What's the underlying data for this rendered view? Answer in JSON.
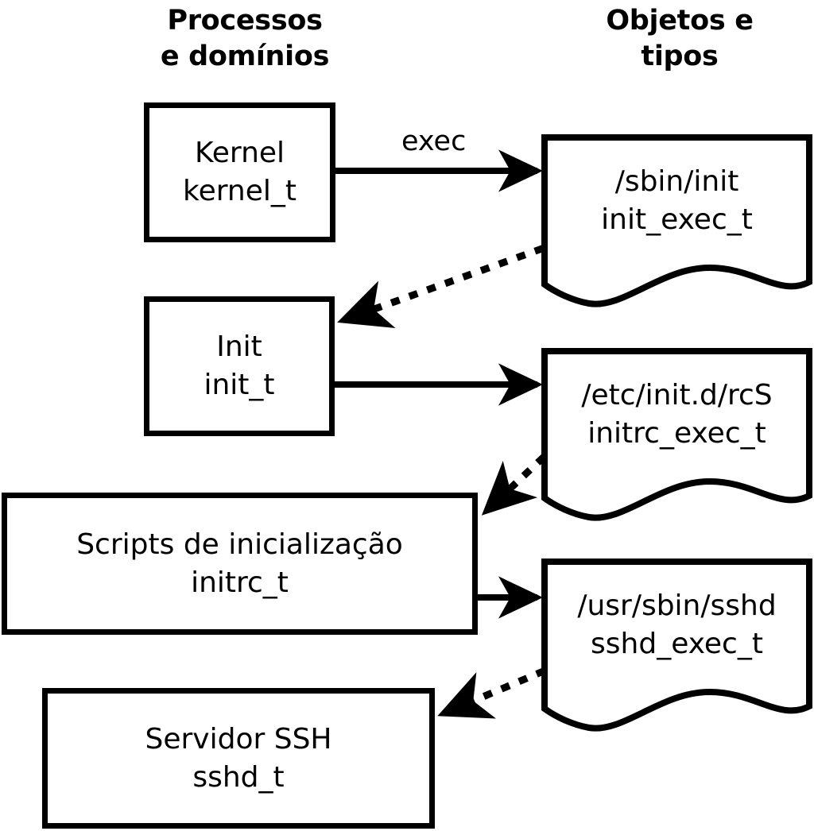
{
  "diagram": {
    "title_hidden": "",
    "columns": {
      "left": {
        "label": "Processos\ne domínios"
      },
      "right": {
        "label": "Objetos e\ntipos"
      }
    },
    "colors": {
      "stroke": "#000000",
      "fill": "#ffffff",
      "text": "#000000"
    },
    "process_nodes": [
      {
        "id": "kernel",
        "line1": "Kernel",
        "line2": "kernel_t"
      },
      {
        "id": "init",
        "line1": "Init",
        "line2": "init_t"
      },
      {
        "id": "initrc",
        "line1": "Scripts de inicialização",
        "line2": "initrc_t"
      },
      {
        "id": "sshd",
        "line1": "Servidor SSH",
        "line2": "sshd_t"
      }
    ],
    "object_nodes": [
      {
        "id": "init_exec",
        "line1": "/sbin/init",
        "line2": "init_exec_t"
      },
      {
        "id": "initrc_exec",
        "line1": "/etc/init.d/rcS",
        "line2": "initrc_exec_t"
      },
      {
        "id": "sshd_exec",
        "line1": "/usr/sbin/sshd",
        "line2": "sshd_exec_t"
      }
    ],
    "edges": [
      {
        "id": "kernel-exec-init_exec",
        "label": "exec",
        "style": "solid",
        "from": "kernel",
        "to": "init_exec"
      },
      {
        "id": "init_exec-transition-init",
        "label": "",
        "style": "dotted",
        "from": "init_exec",
        "to": "init"
      },
      {
        "id": "init-exec-initrc_exec",
        "label": "",
        "style": "solid",
        "from": "init",
        "to": "initrc_exec"
      },
      {
        "id": "initrc_exec-transition-initrc",
        "label": "",
        "style": "dotted",
        "from": "initrc_exec",
        "to": "initrc"
      },
      {
        "id": "initrc-exec-sshd_exec",
        "label": "",
        "style": "solid",
        "from": "initrc",
        "to": "sshd_exec"
      },
      {
        "id": "sshd_exec-transition-sshd",
        "label": "",
        "style": "dotted",
        "from": "sshd_exec",
        "to": "sshd"
      }
    ]
  }
}
